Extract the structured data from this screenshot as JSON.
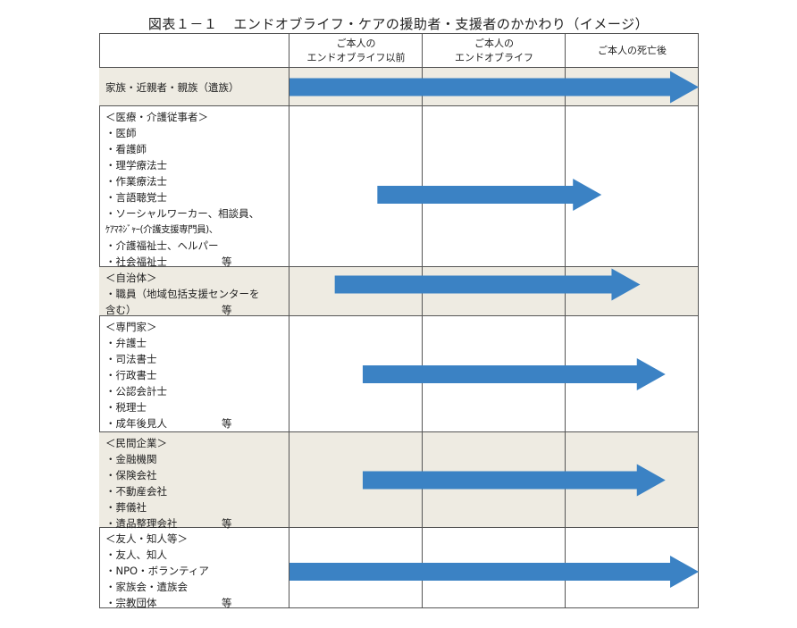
{
  "title": {
    "figure_no": "図表１－１",
    "text": "エンドオブライフ・ケアの援助者・支援者のかかわり（イメージ）"
  },
  "columns": [
    {
      "line1": "ご本人の",
      "line2": "エンドオブライフ以前"
    },
    {
      "line1": "ご本人の",
      "line2": "エンドオブライフ"
    },
    {
      "line1": "ご本人の死亡後",
      "line2": ""
    }
  ],
  "rows": [
    {
      "id": "family",
      "lines": [
        "家族・近親者・親族（遺族）"
      ],
      "etc": "",
      "arrow": {
        "start_col": 0.0,
        "end_col": 3.0
      }
    },
    {
      "id": "medical",
      "lines": [
        "＜医療・介護従事者＞",
        "・医師",
        "・看護師",
        "・理学療法士",
        "・作業療法士",
        "・言語聴覚士",
        "・ソーシャルワーカー、相談員、",
        "ｹｱﾏﾈｼﾞｬｰ(介護支援専門員)、",
        "・介護福祉士、ヘルパー",
        "・社会福祉士"
      ],
      "etc": "等",
      "arrow": {
        "start_col": 0.66,
        "end_col": 2.27
      }
    },
    {
      "id": "municipality",
      "lines": [
        "＜自治体＞",
        "・職員（地域包括支援センターを",
        "含む）"
      ],
      "etc": "等",
      "arrow": {
        "start_col": 0.34,
        "end_col": 2.56
      }
    },
    {
      "id": "specialist",
      "lines": [
        "＜専門家＞",
        "・弁護士",
        "・司法書士",
        "・行政書士",
        "・公認会計士",
        "・税理士",
        "・成年後見人"
      ],
      "etc": "等",
      "arrow": {
        "start_col": 0.55,
        "end_col": 2.75
      }
    },
    {
      "id": "private",
      "lines": [
        "＜民間企業＞",
        "・金融機関",
        "・保険会社",
        "・不動産会社",
        "・葬儀社",
        "・遺品整理会社"
      ],
      "etc": "等",
      "arrow": {
        "start_col": 0.55,
        "end_col": 2.75
      }
    },
    {
      "id": "friends",
      "lines": [
        "＜友人・知人等＞",
        "・友人、知人",
        "・NPO・ボランティア",
        "・家族会・遺族会",
        "・宗教団体"
      ],
      "etc": "等",
      "arrow": {
        "start_col": 0.0,
        "end_col": 3.0
      }
    }
  ],
  "colors": {
    "arrow": "#3b82c4",
    "shade": "#eeebe2",
    "border": "#555555"
  }
}
